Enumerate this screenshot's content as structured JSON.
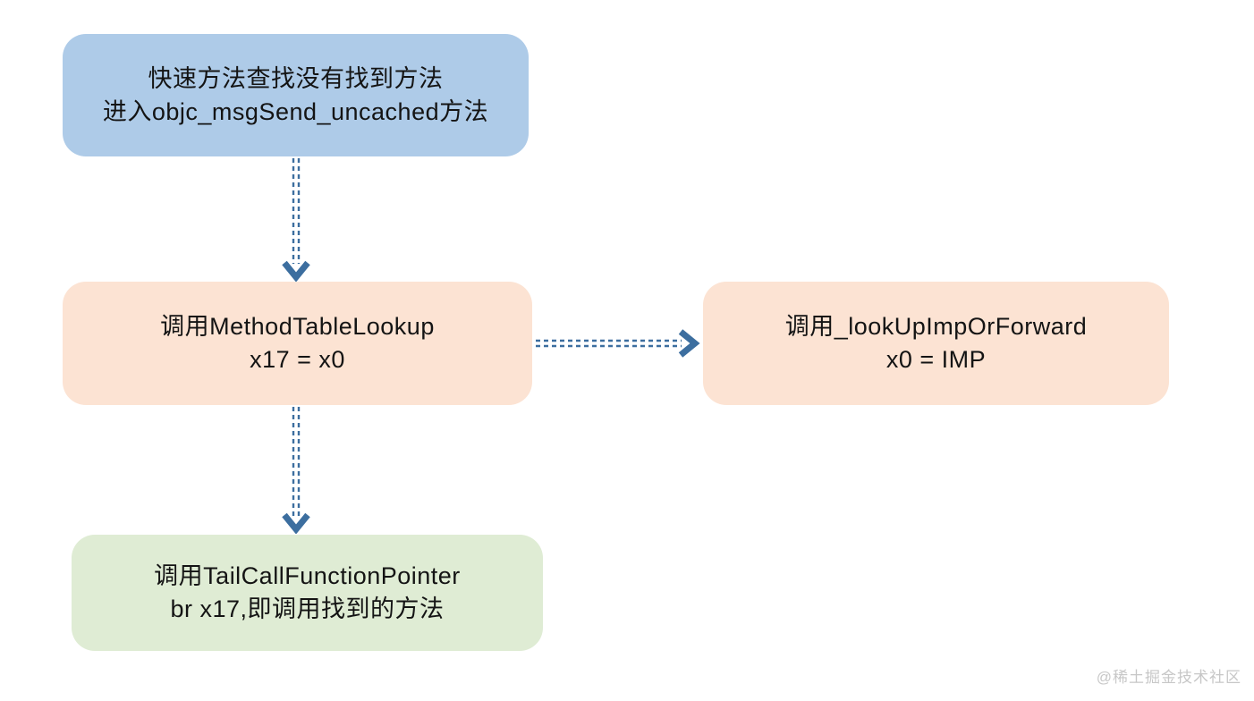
{
  "diagram": {
    "nodes": [
      {
        "id": "msgsend-uncached",
        "line1": "快速方法查找没有找到方法",
        "line2": "进入objc_msgSend_uncached方法",
        "bg": "#aecbe8"
      },
      {
        "id": "method-table-lookup",
        "line1": "调用MethodTableLookup",
        "line2": "x17 = x0",
        "bg": "#fce3d3"
      },
      {
        "id": "lookup-imp-or-forward",
        "line1": "调用_lookUpImpOrForward",
        "line2": "x0 = IMP",
        "bg": "#fce3d3"
      },
      {
        "id": "tail-call-function-pointer",
        "line1": "调用TailCallFunctionPointer",
        "line2": "br x17,即调用找到的方法",
        "bg": "#dfecd4"
      }
    ],
    "edges": [
      {
        "from": "msgsend-uncached",
        "to": "method-table-lookup",
        "style": "double-dashed-arrow"
      },
      {
        "from": "method-table-lookup",
        "to": "lookup-imp-or-forward",
        "style": "double-dashed-arrow"
      },
      {
        "from": "method-table-lookup",
        "to": "tail-call-function-pointer",
        "style": "double-dashed-arrow"
      }
    ],
    "arrow_color": "#3c6e9f",
    "text_color": "#141414"
  },
  "watermark": "@稀土掘金技术社区"
}
